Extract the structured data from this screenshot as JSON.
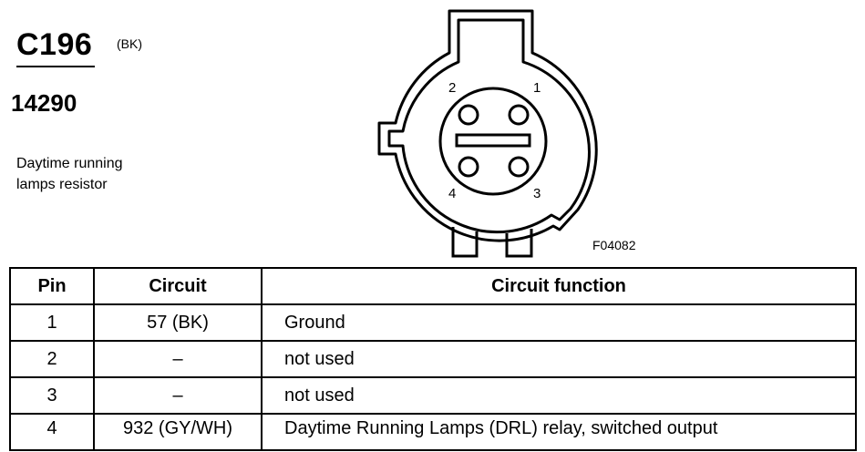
{
  "header": {
    "connector_id": "C196",
    "connector_color": "(BK)",
    "part_number": "14290",
    "description_lines": [
      "Daytime running",
      "lamps resistor"
    ]
  },
  "diagram": {
    "pin_labels": [
      "2",
      "1",
      "4",
      "3"
    ],
    "figure_code": "F04082"
  },
  "table": {
    "headers": [
      "Pin",
      "Circuit",
      "Circuit function"
    ],
    "rows": [
      {
        "pin": "1",
        "circuit": "57 (BK)",
        "function": "Ground"
      },
      {
        "pin": "2",
        "circuit": "–",
        "function": "not used"
      },
      {
        "pin": "3",
        "circuit": "–",
        "function": "not used"
      },
      {
        "pin": "4",
        "circuit": "932 (GY/WH)",
        "function": "Daytime Running Lamps (DRL) relay, switched output"
      }
    ]
  }
}
